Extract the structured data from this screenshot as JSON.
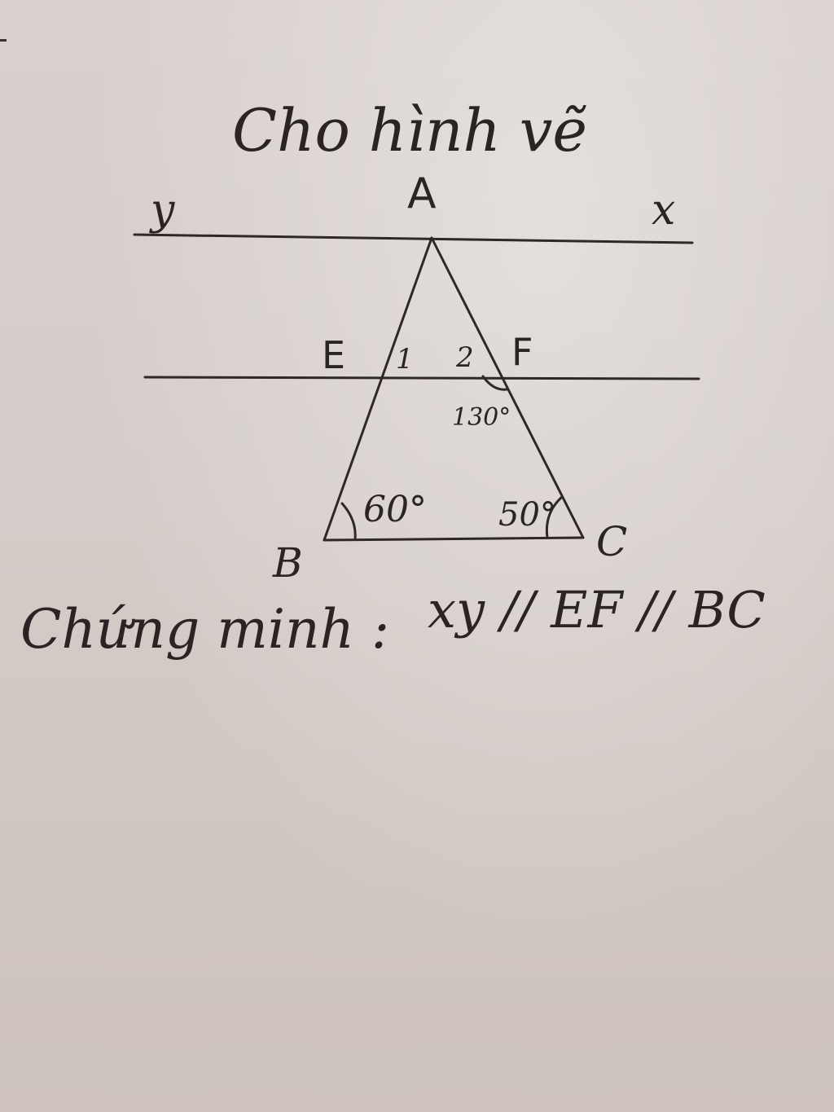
{
  "title": "Cho hình vẽ",
  "line_labels": {
    "top_left": "y",
    "top_right": "x"
  },
  "points": {
    "A": "A",
    "E": "E",
    "F": "F",
    "B": "B",
    "C": "C"
  },
  "angle_labels": {
    "angle_1": "1",
    "angle_2": "2",
    "angle_F": "130°",
    "angle_B": "60°",
    "angle_C": "50°"
  },
  "statement": {
    "prefix": "Chứng minh :",
    "claim": "xy // EF // BC"
  }
}
